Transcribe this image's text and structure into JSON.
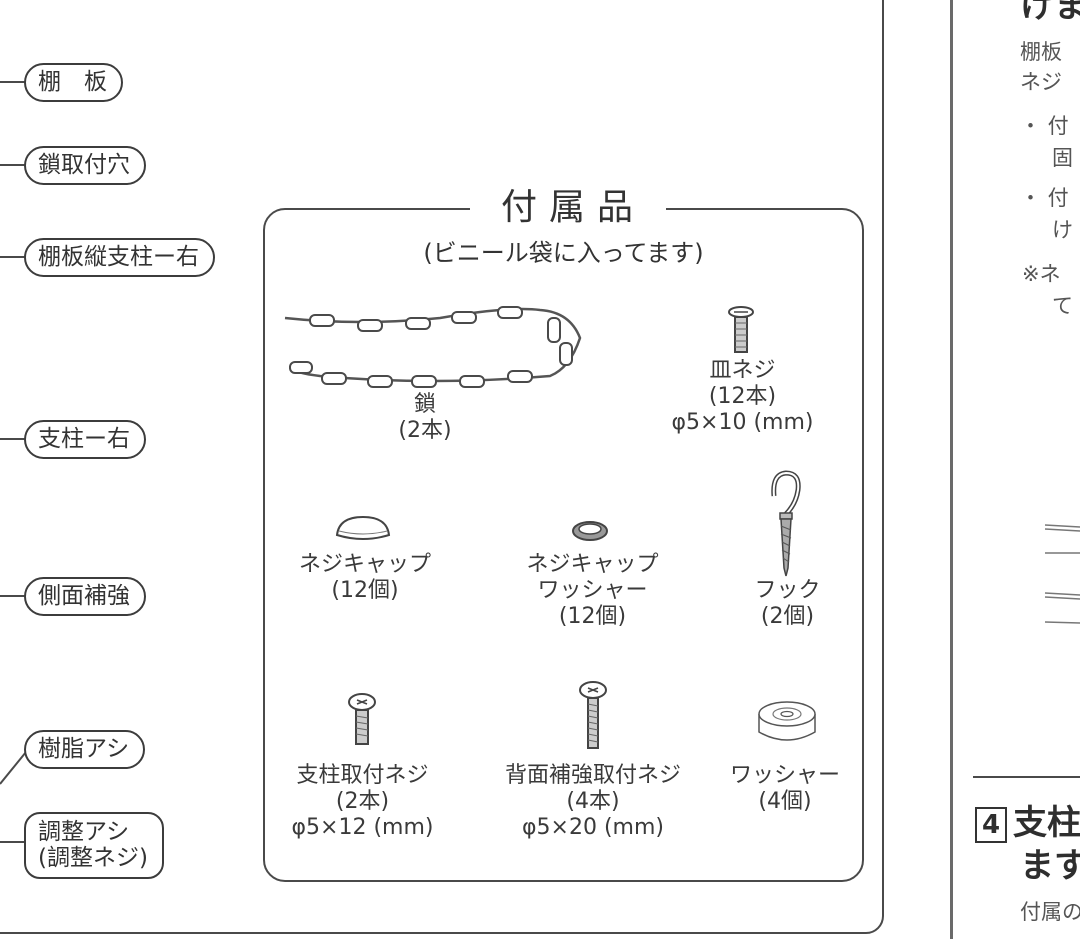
{
  "left_page": {
    "part_labels": [
      {
        "id": "shelf-board",
        "text": "棚　板"
      },
      {
        "id": "chain-hole",
        "text": "鎖取付穴"
      },
      {
        "id": "shelf-vertical-post-right",
        "text": "棚板縦支柱ー右"
      },
      {
        "id": "post-right",
        "text": "支柱ー右"
      },
      {
        "id": "side-reinforcement",
        "text": "側面補強"
      },
      {
        "id": "resin-foot",
        "text": "樹脂アシ"
      },
      {
        "id": "adjust-foot",
        "line1": "調整アシ",
        "line2": "(調整ネジ)"
      }
    ],
    "accessories": {
      "title": "付属品",
      "subtitle": "(ビニール袋に入ってます)",
      "items": [
        {
          "id": "chain",
          "icon": "chain-icon",
          "name": "鎖",
          "qty": "(2本)"
        },
        {
          "id": "flat-screw",
          "icon": "flat-head-screw-icon",
          "name": "皿ネジ",
          "qty": "(12本)",
          "size": "φ5×10 (mm)"
        },
        {
          "id": "screw-cap",
          "icon": "screw-cap-icon",
          "name": "ネジキャップ",
          "qty": "(12個)"
        },
        {
          "id": "screw-cap-washer",
          "icon": "cap-washer-icon",
          "name": "ネジキャップ",
          "name2": "ワッシャー",
          "qty": "(12個)"
        },
        {
          "id": "hook",
          "icon": "hook-icon",
          "name": "フック",
          "qty": "(2個)"
        },
        {
          "id": "post-screw",
          "icon": "pan-head-screw-icon",
          "name": "支柱取付ネジ",
          "qty": "(2本)",
          "size": "φ5×12 (mm)"
        },
        {
          "id": "back-reinforcement-screw",
          "icon": "long-screw-icon",
          "name": "背面補強取付ネジ",
          "qty": "(4本)",
          "size": "φ5×20 (mm)"
        },
        {
          "id": "washer",
          "icon": "washer-icon",
          "name": "ワッシャー",
          "qty": "(4個)"
        }
      ]
    }
  },
  "right_page": {
    "heading_fragment": "けま",
    "lines": [
      "棚板",
      "ネジ",
      "・ 付",
      "固",
      "・ 付",
      "け",
      "※ネ",
      "て"
    ],
    "step": {
      "number": "4",
      "line1": "支柱",
      "line2": "ます"
    },
    "body_fragment": "付属の"
  }
}
